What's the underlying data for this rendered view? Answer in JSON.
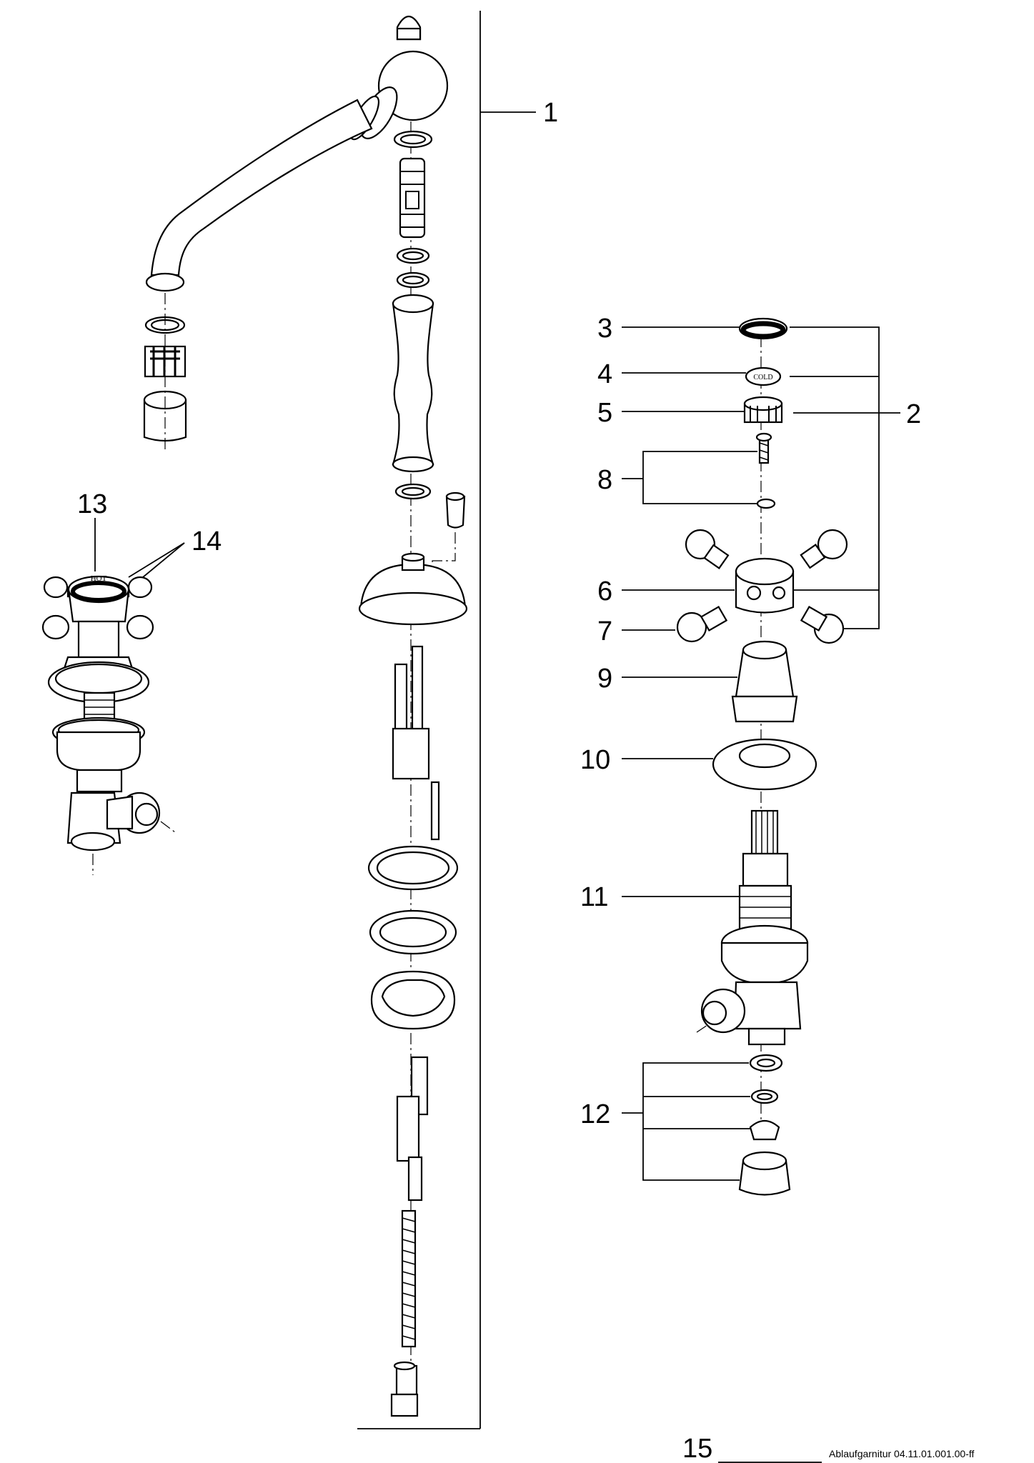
{
  "callouts": {
    "c1": "1",
    "c2": "2",
    "c3": "3",
    "c4": "4",
    "c5": "5",
    "c6": "6",
    "c7": "7",
    "c8": "8",
    "c9": "9",
    "c10": "10",
    "c11": "11",
    "c12": "12",
    "c13": "13",
    "c14": "14",
    "c15": "15"
  },
  "handle_labels": {
    "hot": "HOT",
    "cold": "COLD"
  },
  "footer_note": "Ablaufgarnitur 04.11.01.001.00-ff"
}
